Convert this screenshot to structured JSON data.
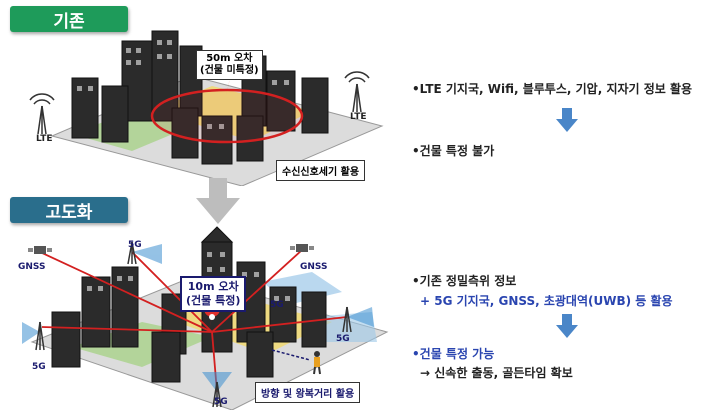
{
  "legacy": {
    "tag": "기존",
    "callout": [
      "50m 오차",
      "(건물 미특정)"
    ],
    "tower_labels": [
      "LTE",
      "LTE"
    ],
    "note": "수신신호세기 활용",
    "bullet": "•LTE 기지국, Wifi, 블루투스, 기압, 지자기 정보 활용",
    "result": "•건물 특정 불가"
  },
  "advanced": {
    "tag": "고도화",
    "callout": [
      "10m 오차",
      "(건물 특정)"
    ],
    "gnss_labels": [
      "GNSS",
      "GNSS"
    ],
    "fiveg_labels": [
      "5G",
      "5G",
      "5G",
      "5G",
      "5G"
    ],
    "note": "방향 및 왕복거리 활용",
    "bullet_line1": "•기존 정밀측위 정보",
    "bullet_line2": "+ 5G 기지국, GNSS, 초광대역(UWB) 등 활용",
    "result_line1": "•건물 특정 가능",
    "result_line2": "→ 신속한 출동, 골든타임 확보"
  },
  "colors": {
    "legacy_tag": "#1e9b5a",
    "advanced_tag": "#2a6e8c",
    "arrow": "#4a86c8",
    "accent_blue": "#2a45b0",
    "red_line": "#d32020"
  }
}
